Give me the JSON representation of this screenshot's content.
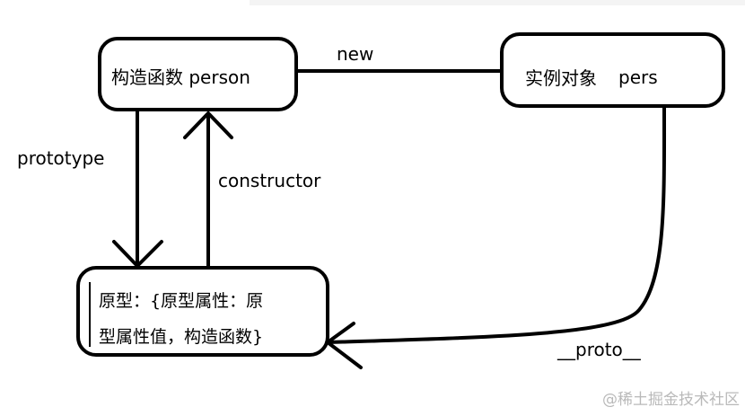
{
  "nodes": {
    "constructor_fn": {
      "label": "构造函数 person"
    },
    "instance": {
      "label_prefix": "实例对象",
      "label_suffix": "pers"
    },
    "prototype_obj": {
      "line1": "原型：{原型属性：原",
      "line2": "型属性值，构造函数}"
    }
  },
  "edges": {
    "new": "new",
    "prototype": "prototype",
    "constructor": "constructor",
    "proto": "__proto__"
  },
  "watermark": "@稀土掘金技术社区"
}
